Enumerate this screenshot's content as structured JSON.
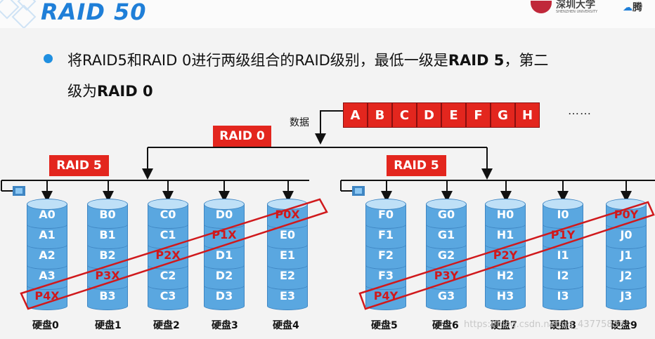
{
  "header": {
    "title": "RAID 50",
    "logo_text": "深圳大学",
    "logo_sub": "SHENZHEN UNIVERSITY",
    "logo_right": "腾"
  },
  "bullet": {
    "line1_a": "将RAID5和RAID 0进行两级组合的RAID级别，最低一级是",
    "line1_b": "RAID 5",
    "line1_c": "，第二",
    "line2_a": "级为",
    "line2_b": "RAID 0"
  },
  "diagram": {
    "data_label": "数据",
    "data_cells": [
      "A",
      "B",
      "C",
      "D",
      "E",
      "F",
      "G",
      "H"
    ],
    "data_ellipsis": "……",
    "raid0_label": "RAID 0",
    "raid5_left_label": "RAID 5",
    "raid5_right_label": "RAID 5",
    "groups": [
      {
        "disks": [
          {
            "label": "硬盘0",
            "blocks": [
              "A0",
              "A1",
              "A2",
              "A3",
              "P4X"
            ]
          },
          {
            "label": "硬盘1",
            "blocks": [
              "B0",
              "B1",
              "B2",
              "P3X",
              "B3"
            ]
          },
          {
            "label": "硬盘2",
            "blocks": [
              "C0",
              "C1",
              "P2X",
              "C2",
              "C3"
            ]
          },
          {
            "label": "硬盘3",
            "blocks": [
              "D0",
              "P1X",
              "D1",
              "D2",
              "D3"
            ]
          },
          {
            "label": "硬盘4",
            "blocks": [
              "P0X",
              "E0",
              "E1",
              "E2",
              "E3"
            ]
          }
        ]
      },
      {
        "disks": [
          {
            "label": "硬盘5",
            "blocks": [
              "F0",
              "F1",
              "F2",
              "F3",
              "P4Y"
            ]
          },
          {
            "label": "硬盘6",
            "blocks": [
              "G0",
              "G1",
              "G2",
              "P3Y",
              "G3"
            ]
          },
          {
            "label": "硬盘7",
            "blocks": [
              "H0",
              "H1",
              "P2Y",
              "H2",
              "H3"
            ]
          },
          {
            "label": "硬盘8",
            "blocks": [
              "I0",
              "P1Y",
              "I1",
              "I2",
              "I3"
            ]
          },
          {
            "label": "硬盘9",
            "blocks": [
              "P0Y",
              "J0",
              "J1",
              "J2",
              "J3"
            ]
          }
        ]
      }
    ]
  },
  "watermark": "https://blog.csdn.net/qq_43775833",
  "colors": {
    "accent_blue": "#1f7fd8",
    "raid_red": "#e3261e",
    "disk_blue": "#5aa7e0",
    "parity_text": "#d0191c"
  }
}
